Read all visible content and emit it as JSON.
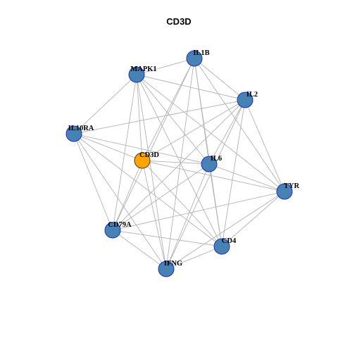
{
  "graph": {
    "title": "CD3D",
    "colors": {
      "default_fill": "#4682B4",
      "default_stroke": "#1f2fbf",
      "highlight_fill": "#FFA500",
      "highlight_stroke": "#5a3a00",
      "edge": "#b3b3b3"
    },
    "nodes": [
      {
        "id": "IL1B",
        "label": "IL1B",
        "highlight": false
      },
      {
        "id": "MAPK1",
        "label": "MAPK1",
        "highlight": false
      },
      {
        "id": "IL2",
        "label": "IL2",
        "highlight": false
      },
      {
        "id": "IL10RA",
        "label": "IL10RA",
        "highlight": false
      },
      {
        "id": "CD3D",
        "label": "CD3D",
        "highlight": true
      },
      {
        "id": "IL6",
        "label": "IL6",
        "highlight": false
      },
      {
        "id": "TYR",
        "label": "TYR",
        "highlight": false
      },
      {
        "id": "CD79A",
        "label": "CD79A",
        "highlight": false
      },
      {
        "id": "CD4",
        "label": "CD4",
        "highlight": false
      },
      {
        "id": "IFNG",
        "label": "IFNG",
        "highlight": false
      }
    ],
    "edges": [
      [
        "IL1B",
        "MAPK1"
      ],
      [
        "IL1B",
        "IL2"
      ],
      [
        "IL1B",
        "CD3D"
      ],
      [
        "IL1B",
        "IL6"
      ],
      [
        "IL1B",
        "TYR"
      ],
      [
        "IL1B",
        "CD79A"
      ],
      [
        "IL1B",
        "CD4"
      ],
      [
        "IL1B",
        "IFNG"
      ],
      [
        "MAPK1",
        "IL2"
      ],
      [
        "MAPK1",
        "IL10RA"
      ],
      [
        "MAPK1",
        "CD3D"
      ],
      [
        "MAPK1",
        "IL6"
      ],
      [
        "MAPK1",
        "TYR"
      ],
      [
        "MAPK1",
        "CD79A"
      ],
      [
        "MAPK1",
        "CD4"
      ],
      [
        "MAPK1",
        "IFNG"
      ],
      [
        "IL2",
        "IL10RA"
      ],
      [
        "IL2",
        "CD3D"
      ],
      [
        "IL2",
        "IL6"
      ],
      [
        "IL2",
        "TYR"
      ],
      [
        "IL2",
        "CD79A"
      ],
      [
        "IL2",
        "CD4"
      ],
      [
        "IL2",
        "IFNG"
      ],
      [
        "IL10RA",
        "CD3D"
      ],
      [
        "IL10RA",
        "IL6"
      ],
      [
        "IL10RA",
        "CD79A"
      ],
      [
        "IL10RA",
        "CD4"
      ],
      [
        "IL10RA",
        "IFNG"
      ],
      [
        "CD3D",
        "IL6"
      ],
      [
        "CD3D",
        "TYR"
      ],
      [
        "CD3D",
        "CD79A"
      ],
      [
        "CD3D",
        "CD4"
      ],
      [
        "CD3D",
        "IFNG"
      ],
      [
        "IL6",
        "TYR"
      ],
      [
        "IL6",
        "CD79A"
      ],
      [
        "IL6",
        "CD4"
      ],
      [
        "IL6",
        "IFNG"
      ],
      [
        "TYR",
        "CD79A"
      ],
      [
        "TYR",
        "CD4"
      ],
      [
        "TYR",
        "IFNG"
      ],
      [
        "CD79A",
        "CD4"
      ],
      [
        "CD79A",
        "IFNG"
      ],
      [
        "CD4",
        "IFNG"
      ]
    ]
  }
}
